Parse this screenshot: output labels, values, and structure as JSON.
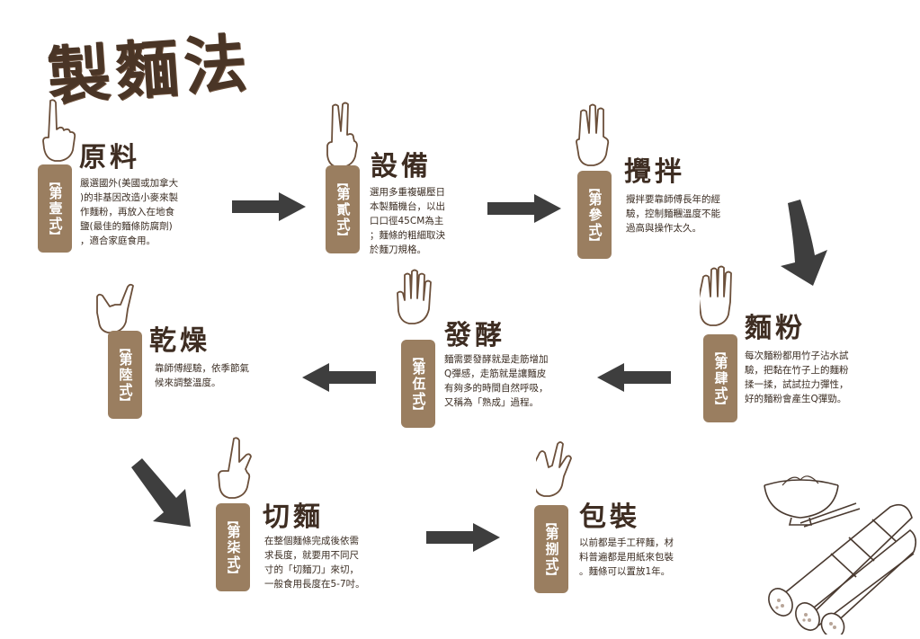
{
  "title": "製麵法",
  "steps": [
    {
      "num": "第壹式",
      "heading": "原料",
      "desc": "嚴選國外(美國或加拿大\n)的非基因改造小麥來製\n作麵粉，再放入在地食\n鹽(最佳的麵條防腐劑)\n，適合家庭食用。"
    },
    {
      "num": "第貳式",
      "heading": "設備",
      "desc": "選用多重複碾壓日\n本製麵機台，以出\n口口徑45CM為主\n；麵條的粗細取決\n於麵刀規格。"
    },
    {
      "num": "第參式",
      "heading": "攪拌",
      "desc": "攪拌要靠師傅長年的經\n驗，控制麵糰溫度不能\n過高與操作太久。"
    },
    {
      "num": "第肆式",
      "heading": "麵粉",
      "desc": "每次麵粉都用竹子沾水試\n驗，把黏在竹子上的麵粉\n揉一揉，試試拉力彈性，\n好的麵粉會產生Q彈勁。"
    },
    {
      "num": "第伍式",
      "heading": "發酵",
      "desc": "麵需要發酵就是走筋增加\nQ彈感，走筋就是讓麵皮\n有夠多的時間自然呼吸，\n又稱為「熟成」過程。"
    },
    {
      "num": "第陸式",
      "heading": "乾燥",
      "desc": "靠師傅經驗，依季節氣\n候來調整溫度。"
    },
    {
      "num": "第柒式",
      "heading": "切麵",
      "desc": "在整個麵條完成後依需\n求長度，就要用不同尺\n寸的「切麵刀」來切，\n一般食用長度在5-7吋。"
    },
    {
      "num": "第捌式",
      "heading": "包裝",
      "desc": "以前都是手工秤麵，材\n料普遍都是用紙來包裝\n。麵條可以置放1年。"
    }
  ]
}
